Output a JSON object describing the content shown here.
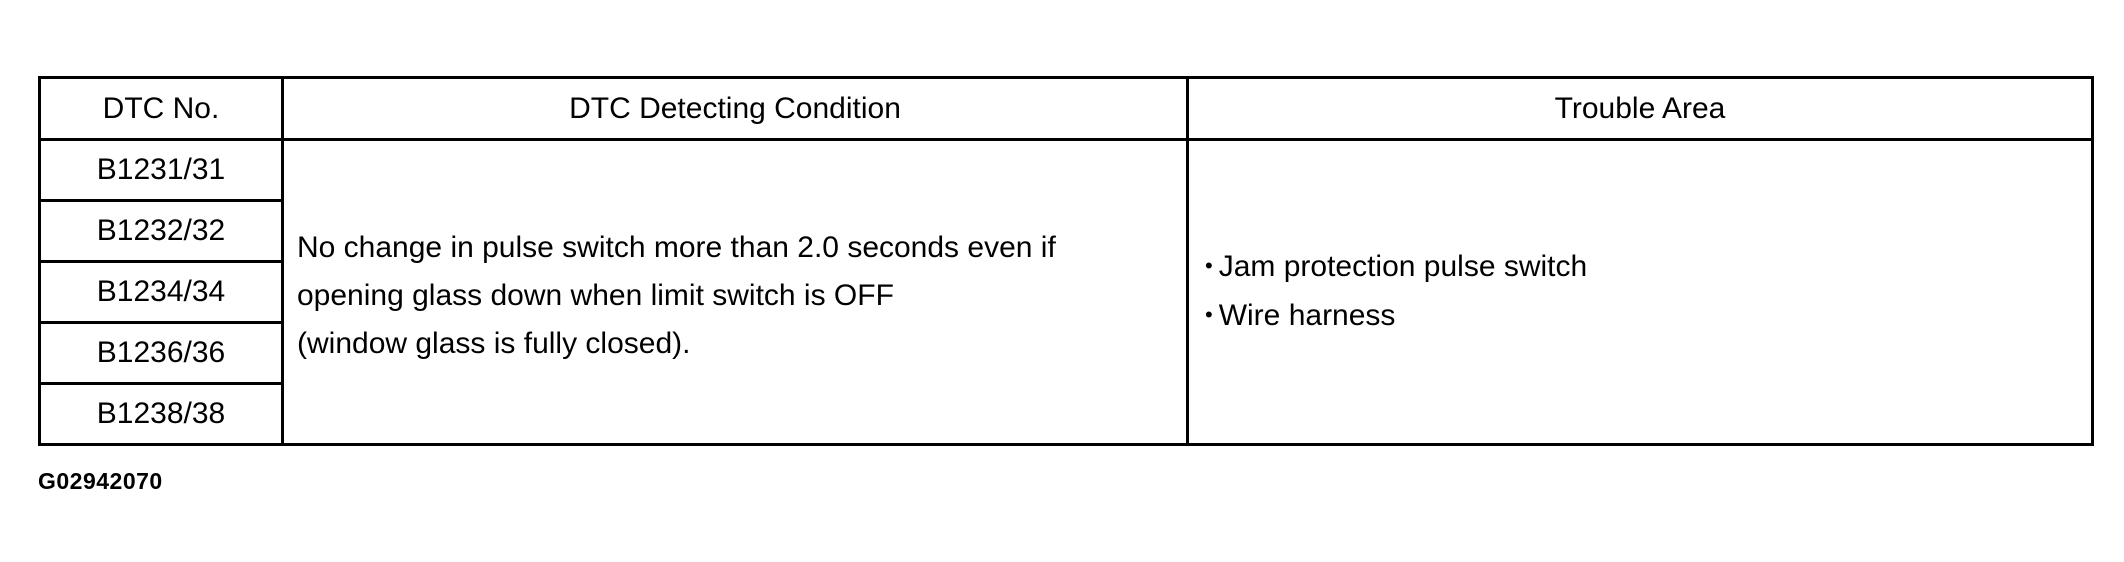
{
  "table": {
    "headers": {
      "dtc_no": "DTC No.",
      "condition": "DTC Detecting Condition",
      "trouble_area": "Trouble Area"
    },
    "dtc_codes": [
      "B1231/31",
      "B1232/32",
      "B1234/34",
      "B1236/36",
      "B1238/38"
    ],
    "condition_lines": [
      "No change in pulse switch more than 2.0 seconds even if",
      "opening glass down when limit switch is OFF",
      "(window glass is fully closed)."
    ],
    "trouble_areas": [
      "Jam protection pulse switch",
      "Wire harness"
    ],
    "bullet_glyph": "•"
  },
  "figure_id": "G02942070"
}
